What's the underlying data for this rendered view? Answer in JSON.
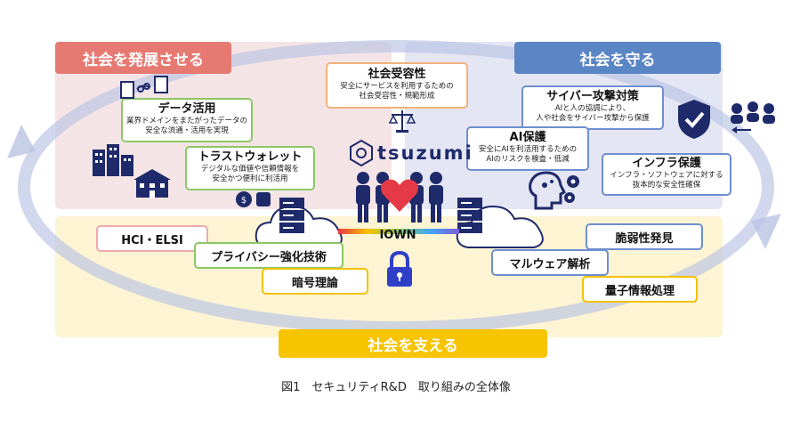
{
  "banners": {
    "develop": "社会を発展させる",
    "protect": "社会を守る",
    "support": "社会を支える"
  },
  "cards": {
    "acceptance": {
      "title": "社会受容性",
      "desc1": "安全にサービスを利用するための",
      "desc2": "社会受容性・規範形成"
    },
    "data_use": {
      "title": "データ活用",
      "desc1": "業界ドメインをまたがったデータの",
      "desc2": "安全な流通・活用を実現"
    },
    "trust_wallet": {
      "title": "トラストウォレット",
      "desc1": "デジタルな価値や信頼情報を",
      "desc2": "安全かつ便利に利活用"
    },
    "cyber": {
      "title": "サイバー攻撃対策",
      "desc1": "AIと人の協調により、",
      "desc2": "人や社会をサイバー攻撃から保護"
    },
    "ai_security": {
      "title": "AI保護",
      "desc1": "安全にAIを利活用するための",
      "desc2": "AIのリスクを検査・低減"
    },
    "infra": {
      "title": "インフラ保護",
      "desc1": "インフラ・ソフトウェアに対する",
      "desc2": "抜本的な安全性確保"
    }
  },
  "tags": {
    "hci": "HCI・ELSI",
    "privacy": "プライバシー強化技術",
    "crypto": "暗号理論",
    "vuln": "脆弱性発見",
    "malware": "マルウェア解析",
    "quantum": "量子情報処理"
  },
  "center": {
    "logo": "tsuzumi",
    "network": "IOWN"
  },
  "caption": "図1　セキュリティR&D　取り組みの全体像",
  "colors": {
    "develop": "#e67a73",
    "protect": "#5b86c5",
    "support": "#f7c400",
    "green_border": "#8cc765",
    "navy_icon": "#1f2a6b",
    "heart": "#e63946"
  }
}
